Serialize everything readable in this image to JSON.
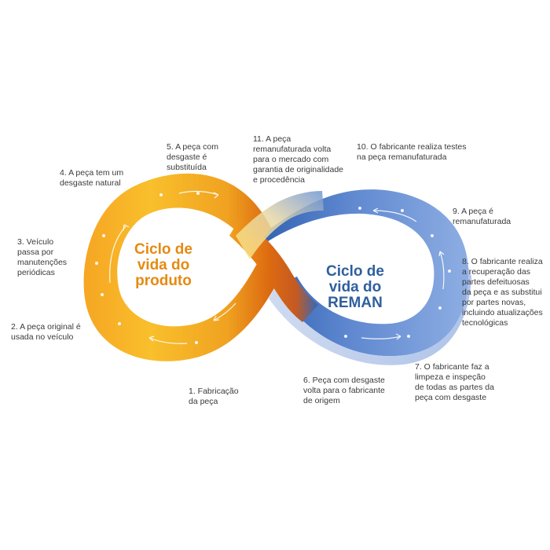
{
  "cycles": {
    "produto": {
      "title": "Ciclo de\nvida do\nproduto",
      "color": "#e58a12"
    },
    "reman": {
      "title": "Ciclo de\nvida do\nREMAN",
      "color": "#2f5f9e"
    }
  },
  "steps": [
    "1. Fabricação\nda peça",
    "2. A peça original é\nusada no veículo",
    "3. Veículo\npassa por\nmanutenções\nperiódicas",
    "4. A peça tem um\ndesgaste natural",
    "5. A peça com\ndesgaste é\nsubstituída",
    "6. Peça com desgaste\nvolta para o fabricante\nde origem",
    "7. O fabricante faz a\nlimpeza e inspeção\nde todas as partes da\npeça com desgaste",
    "8. O fabricante realiza\na recuperação das\npartes defeituosas\nda peça e as substitui\npor partes novas,\nincluindo atualizações\ntecnológicas",
    "9. A peça é\nremanufaturada",
    "10. O fabricante realiza testes\nna peça remanufaturada",
    "11. A peça\nremanufaturada volta\npara o mercado com\ngarantia de originalidade\ne procedência"
  ],
  "colors": {
    "orange_light": "#fcd84e",
    "orange_mid": "#f7b21b",
    "orange_dark": "#d9620e",
    "blue_light": "#b9ccee",
    "blue_mid": "#6d95d6",
    "blue_dark": "#3467b6",
    "text": "#3a3a3a"
  }
}
